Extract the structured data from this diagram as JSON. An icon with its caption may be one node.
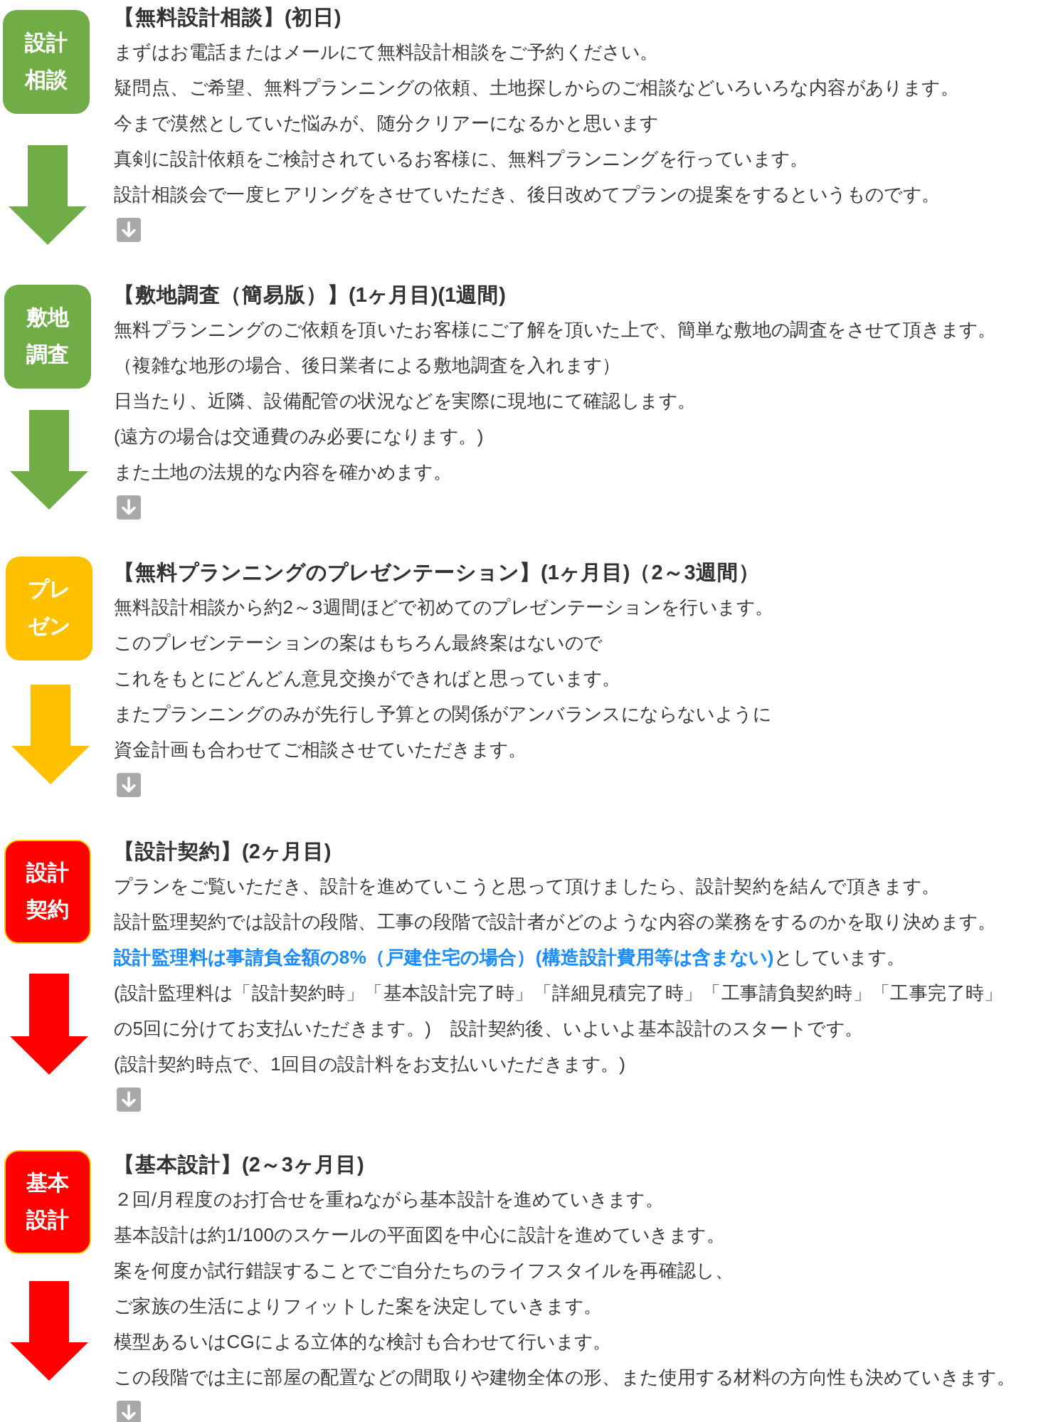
{
  "diagram": {
    "nodes": [
      {
        "text": [
          "設計相談"
        ],
        "beside": [
          "【無料設計相談】(初日)",
          "まずはお電話またはメールにて無料設計相談をご予約ください。",
          "疑問点、ご希望、無料プランニングの依頼、土地探しからのご相談などいろいろな内容があります。",
          "今まで漠然としていた悩みが、随分クリアーになるかと思います",
          "真剣に設計依頼をご検討されているお客様に、無料プランニングを行っています。",
          "設計相談会で一度ヒアリングをさせていただき、後日改めてプランの提案をするというものです。"
        ]
      },
      {
        "text": [
          "敷地調査"
        ],
        "beside": [
          "【敷地調査（簡易版）】(1ヶ月目)(1週間)",
          "無料プランニングのご依頼を頂いたお客様にご了解を頂いた上で、簡単な敷地の調査をさせて頂きます。",
          "（複雑な地形の場合、後日業者による敷地調査を入れます）",
          "日当たり、近隣、設備配管の状況などを実際に現地にて確認します。",
          "(遠方の場合は交通費のみ必要になります。)",
          "また土地の法規的な内容を確かめます。"
        ]
      },
      {
        "text": [
          "プレゼン"
        ],
        "beside": [
          "【無料プランニングのプレゼンテーション】(1ヶ月目)（2～3週間）",
          "無料設計相談から約2～3週間ほどで初めてのプレゼンテーションを行います。",
          "このプレゼンテーションの案はもちろん最終案はないので",
          "これをもとにどんどん意見交換ができればと思っています。",
          "またプランニングのみが先行し予算との関係がアンバランスにならないように",
          "資金計画も合わせてご相談させていただきます。"
        ]
      },
      {
        "text": [
          "設計契約"
        ],
        "beside": [
          "【設計契約】(2ヶ月目)",
          "プランをご覧いただき、設計を進めていこうと思って頂けましたら、設計契約を結んで頂きます。",
          "設計監理契約では設計の段階、工事の段階で設計者がどのような内容の業務をするのかを取り決めます。",
          "**設計監理料は事請負金額の8%（戸建住宅の場合）(構造設計費用等は含まない)**としています。",
          "(設計監理料は「設計契約時」「基本設計完了時」「詳細見積完了時」「工事請負契約時」「工事完了時」",
          "の5回に分けてお支払いただきます。)　設計契約後、いよいよ基本設計のスタートです。",
          "(設計契約時点で、1回目の設計料をお支払いいただきます。)"
        ]
      },
      {
        "text": [
          "基本設計"
        ],
        "beside": [
          "【基本設計】(2～3ヶ月目)",
          "２回/月程度のお打合せを重ねながら基本設計を進めていきます。",
          "基本設計は約1/100のスケールの平面図を中心に設計を進めていきます。",
          "案を何度か試行錯誤することでご自分たちのライフスタイルを再確認し、",
          "ご家族の生活によりフィットした案を決定していきます。",
          "模型あるいはCGによる立体的な検討も合わせて行います。",
          "この段階では主に部屋の配置などの間取りや建物全体の形、また使用する材料の方向性も決めていきます。"
        ]
      }
    ],
    "edges": [
      {
        "from": 0,
        "to": 1,
        "arrow": "to",
        "color": "#70ad47"
      },
      {
        "from": 1,
        "to": 2,
        "arrow": "to",
        "color": "#70ad47"
      },
      {
        "from": 2,
        "to": 3,
        "arrow": "to",
        "color": "#ffc000"
      },
      {
        "from": 3,
        "to": 4,
        "arrow": "to",
        "color": "#ff0000"
      },
      {
        "from": 4,
        "to": null,
        "arrow": "to",
        "color": "#ff0000"
      }
    ]
  }
}
